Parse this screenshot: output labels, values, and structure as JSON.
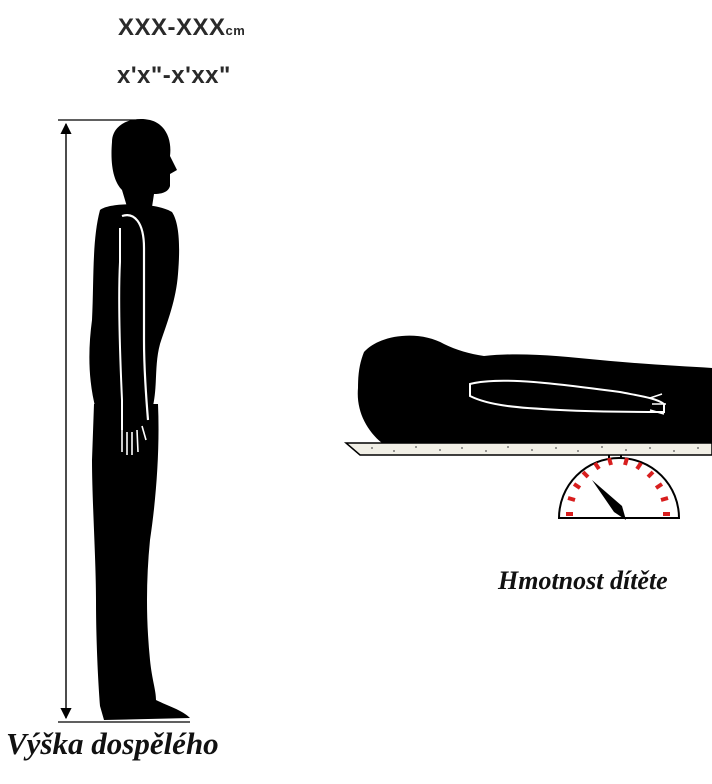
{
  "adult_figure": {
    "height_metric": "XXX-XXX",
    "height_metric_unit": "cm",
    "height_imperial": "x'x\"-x'xx\"",
    "caption": "Výška dospělého"
  },
  "child_figure": {
    "caption": "Hmotnost dítěte"
  },
  "colors": {
    "silhouette": "#000000",
    "scale_ticks": "#d81e1e",
    "board": "#f1efe6"
  }
}
